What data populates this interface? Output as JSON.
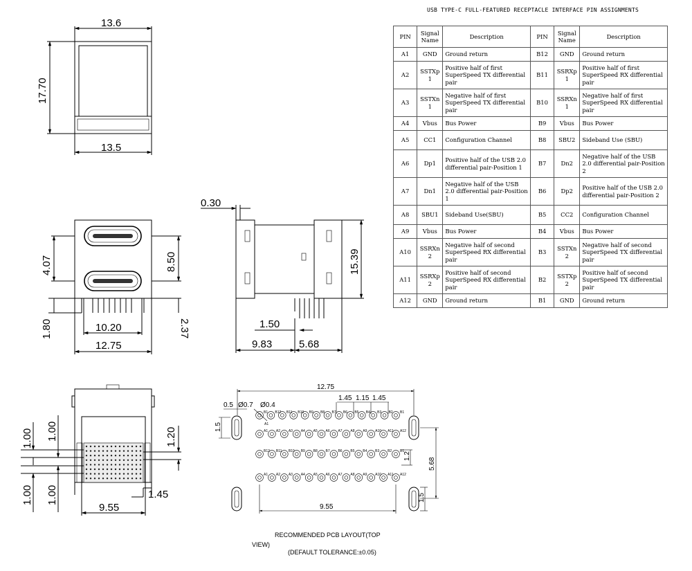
{
  "table": {
    "title": "USB TYPE-C FULL-FEATURED RECEPTACLE INTERFACE PIN ASSIGNMENTS",
    "headers": [
      "PIN",
      "Signal Name",
      "Description",
      "PIN",
      "Signal Name",
      "Description"
    ],
    "rows": [
      [
        "A1",
        "GND",
        "Ground return",
        "B12",
        "GND",
        "Ground return"
      ],
      [
        "A2",
        "SSTXp1",
        "Positive half of first SuperSpeed TX differential pair",
        "B11",
        "SSRXp1",
        "Positive half of first SuperSpeed RX differential pair"
      ],
      [
        "A3",
        "SSTXn1",
        "Negative half of first SuperSpeed TX differential pair",
        "B10",
        "SSRXn1",
        "Negative half of first SuperSpeed RX differential pair"
      ],
      [
        "A4",
        "Vbus",
        "Bus Power",
        "B9",
        "Vbus",
        "Bus Power"
      ],
      [
        "A5",
        "CC1",
        "Configuration Channel",
        "B8",
        "SBU2",
        "Sideband Use (SBU)"
      ],
      [
        "A6",
        "Dp1",
        "Positive half of the USB 2.0 differential pair-Position 1",
        "B7",
        "Dn2",
        "Negative half of the USB 2.0 differential pair-Position 2"
      ],
      [
        "A7",
        "Dn1",
        "Negative half of the USB 2.0 differential pair-Position 1",
        "B6",
        "Dp2",
        "Positive half of the USB 2.0 differential pair-Position 2"
      ],
      [
        "A8",
        "SBU1",
        "Sideband Use(SBU)",
        "B5",
        "CC2",
        "Configuration Channel"
      ],
      [
        "A9",
        "Vbus",
        "Bus Power",
        "B4",
        "Vbus",
        "Bus Power"
      ],
      [
        "A10",
        "SSRXn2",
        "Negative half of second SuperSpeed RX differential pair",
        "B3",
        "SSTXn2",
        "Negative half of second SuperSpeed TX differential pair"
      ],
      [
        "A11",
        "SSRXp2",
        "Positive half of second SuperSpeed RX differential pair",
        "B2",
        "SSTXp2",
        "Positive half of second SuperSpeed TX differential pair"
      ],
      [
        "A12",
        "GND",
        "Ground return",
        "B1",
        "GND",
        "Ground return"
      ]
    ]
  },
  "dimensions": {
    "top_width": "13.6",
    "top_height": "17.70",
    "top_bottom_width": "13.5",
    "front_port_spacing": "4.07",
    "front_height": "8.50",
    "front_pin_span": "10.20",
    "front_lead": "1.80",
    "front_width": "12.75",
    "front_side": "2.37",
    "side_offset": "0.30",
    "side_height": "15.39",
    "side_pitch": "1.50",
    "side_depth_a": "9.83",
    "side_depth_b": "5.68",
    "bottom_gap_a": "1.00",
    "bottom_gap_b": "1.00",
    "bottom_gap_c": "1.00",
    "bottom_gap_d": "1.00",
    "bottom_right": "1.20",
    "bottom_right_low": "1.45",
    "bottom_width": "9.55",
    "pcb_width": "12.75",
    "pcb_pitch_a": "1.45",
    "pcb_pitch_b": "1.15",
    "pcb_pitch_c": "1.45",
    "pcb_edge": "0.5",
    "pcb_slot_dia": "Ø0.7",
    "pcb_hole_dia": "Ø0.4",
    "pcb_slot_len": "1.5",
    "pcb_row_pitch": "1.2",
    "pcb_height": "5.68",
    "pcb_slot_len_r": "1.5",
    "pcb_inner_width": "9.55"
  },
  "pcb": {
    "row1_pins": [
      "B1",
      "B12",
      "B11",
      "B10",
      "B9",
      "B8",
      "B7",
      "B6",
      "B5",
      "B4",
      "B3",
      "B2",
      "B1"
    ],
    "row1_extra": [
      "A1"
    ],
    "row2_pins": [
      "A1",
      "A2",
      "A3",
      "A4",
      "A5",
      "A6",
      "A7",
      "A8",
      "A9",
      "A10",
      "A11",
      "A12"
    ],
    "row3_pins": [
      "B12",
      "B11",
      "B10",
      "B9",
      "B8",
      "B7",
      "B6",
      "B5",
      "B4",
      "B3",
      "B2",
      "B1"
    ],
    "row4_pins": [
      "A1",
      "A2",
      "A3",
      "A4",
      "A5",
      "A6",
      "A7",
      "A8",
      "A9",
      "A10",
      "A11",
      "A12"
    ]
  },
  "caption": {
    "line1": "RECOMMENDED PCB LAYOUT(TOP",
    "line2": "VIEW)",
    "line3": "(DEFAULT TOLERANCE:±0.05)"
  }
}
